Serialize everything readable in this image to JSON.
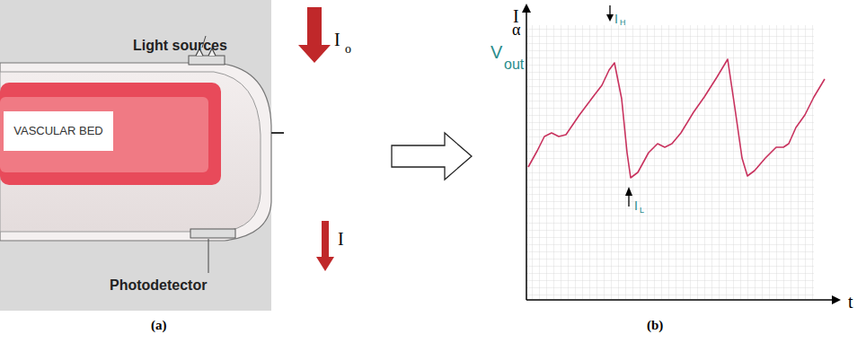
{
  "diagram": {
    "nodes": [
      {
        "text": [
          "VASCULAR BED"
        ]
      }
    ],
    "labels": [
      "Light sources",
      "Photodetector",
      "I",
      "o",
      "I",
      "(a)",
      "(b)",
      "I",
      "α",
      "V",
      "out",
      "I",
      "H",
      "I",
      "L",
      "t"
    ]
  }
}
